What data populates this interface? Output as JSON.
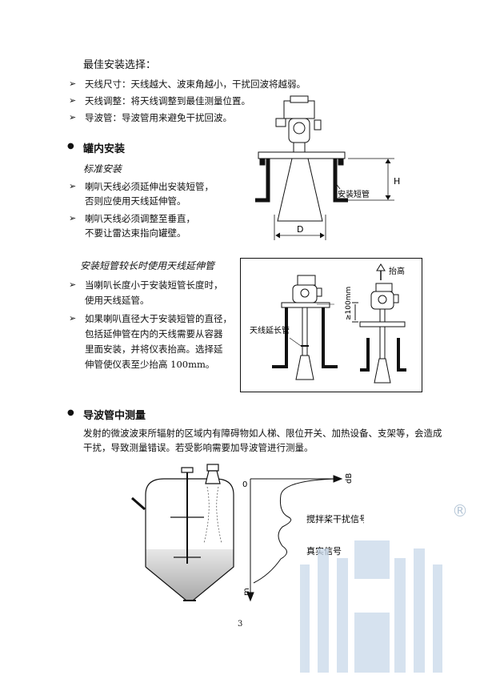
{
  "intro": {
    "title": "最佳安装选择：",
    "items": [
      "天线尺寸：天线越大、波束角越小，干扰回波将越弱。",
      "天线调整：将天线调整到最佳测量位置。",
      "导波管：导波管用来避免干扰回波。"
    ]
  },
  "tank_install": {
    "heading": "罐内安装",
    "subheading": "标准安装",
    "items": [
      [
        "喇叭天线必须延伸出安装短管，",
        "否则应使用天线延伸管。"
      ],
      [
        "喇叭天线必须调整至垂直，",
        "不要让雷达束指向罐壁。"
      ]
    ],
    "fig1": {
      "h_label": "H",
      "d_label": "D",
      "pipe_label": "安装短管"
    }
  },
  "extension": {
    "subheading": "安装短管较长时使用天线延伸管",
    "items": [
      [
        "当喇叭长度小于安装短管长度时，",
        "使用天线延管。"
      ],
      [
        "如果喇叭直径大于安装短管的直径，",
        "包括延伸管在内的天线需要从容器",
        "里面安装，并将仪表抬高。选择延",
        "伸管使仪表至少抬高 100mm。"
      ]
    ],
    "fig2": {
      "ext_label": "天线延长管",
      "lift_label": "抬高",
      "dim_label": "≥100mm"
    }
  },
  "guide_pipe": {
    "heading": "导波管中测量",
    "paragraph": [
      "发射的微波波束所辐射的区域内有障碍物如人梯、限位开关、加热设备、支架等，会造成",
      "干扰，导致测量错误。若受影响需要加导波管进行测量。"
    ],
    "fig3": {
      "zero_label": "0",
      "db_label": "dB",
      "m_label": "m",
      "interference_label": "搅拌桨干扰信号",
      "real_label": "真实信号"
    }
  },
  "page_number": "3",
  "watermark": {
    "mark": "®"
  },
  "colors": {
    "watermark": "#c9d9ea",
    "line": "#111111",
    "fill": "#cfcfcf"
  }
}
